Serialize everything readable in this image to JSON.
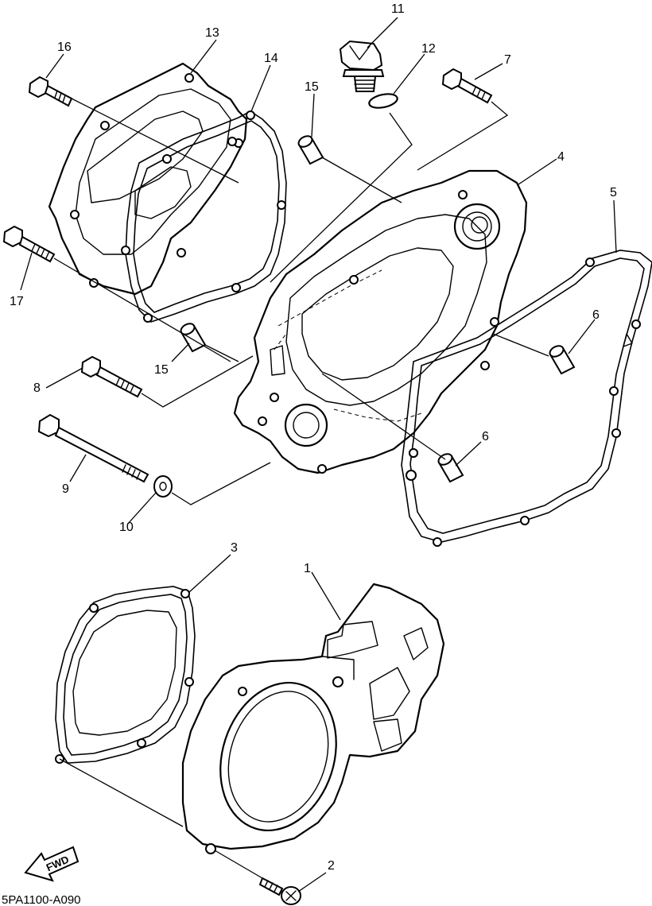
{
  "diagram": {
    "callouts": [
      {
        "id": "c1",
        "label": "1"
      },
      {
        "id": "c2",
        "label": "2"
      },
      {
        "id": "c3",
        "label": "3"
      },
      {
        "id": "c4",
        "label": "4"
      },
      {
        "id": "c5",
        "label": "5"
      },
      {
        "id": "c6a",
        "label": "6"
      },
      {
        "id": "c6b",
        "label": "6"
      },
      {
        "id": "c7",
        "label": "7"
      },
      {
        "id": "c8",
        "label": "8"
      },
      {
        "id": "c9",
        "label": "9"
      },
      {
        "id": "c10",
        "label": "10"
      },
      {
        "id": "c11",
        "label": "11"
      },
      {
        "id": "c12",
        "label": "12"
      },
      {
        "id": "c13",
        "label": "13"
      },
      {
        "id": "c14",
        "label": "14"
      },
      {
        "id": "c15a",
        "label": "15"
      },
      {
        "id": "c15b",
        "label": "15"
      },
      {
        "id": "c16",
        "label": "16"
      },
      {
        "id": "c17",
        "label": "17"
      }
    ],
    "fwd_label": "FWD",
    "drawing_code": "5PA1100-A090"
  }
}
